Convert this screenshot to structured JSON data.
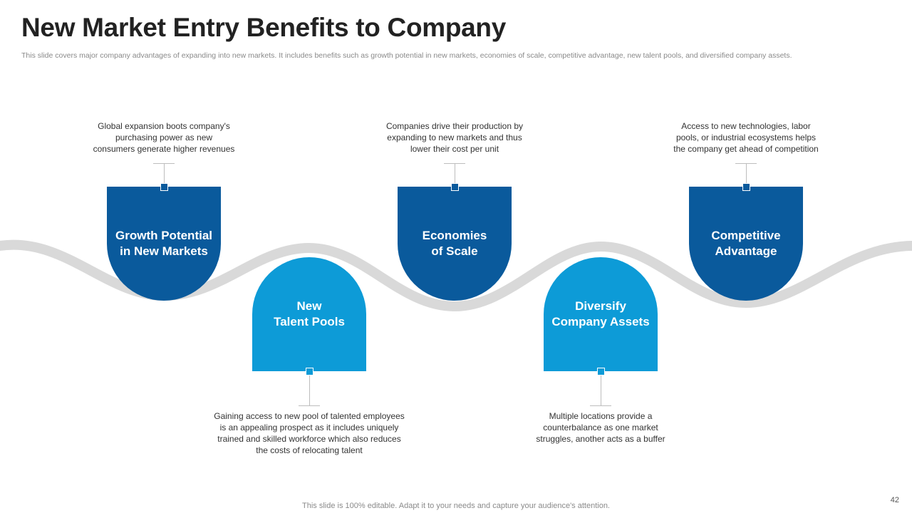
{
  "header": {
    "title": "New Market Entry Benefits to Company",
    "subtitle": "This slide covers major company advantages of expanding into new markets. It includes benefits such as growth potential in new markets, economies of scale, competitive advantage, new talent pools, and diversified company assets."
  },
  "colors": {
    "top_card": "#0a5a9c",
    "bottom_card": "#0d9bd7",
    "wave": "#d9d9d9"
  },
  "benefits": [
    {
      "label": "Growth Potential\nin New Markets",
      "description": "Global expansion boots company's\npurchasing power  as new\nconsumers generate higher revenues"
    },
    {
      "label": "New\nTalent Pools",
      "description": "Gaining access to new pool of talented employees\nis an appealing prospect as it includes uniquely\ntrained and skilled workforce  which also reduces\nthe costs of relocating talent"
    },
    {
      "label": "Economies\nof Scale",
      "description": "Companies drive their production by\nexpanding to new markets and thus\nlower their cost per unit"
    },
    {
      "label": "Diversify\nCompany Assets",
      "description": "Multiple locations provide  a\ncounterbalance  as one market\nstruggles, another acts as a buffer"
    },
    {
      "label": "Competitive\nAdvantage",
      "description": "Access to new technologies, labor\npools, or industrial ecosystems helps\nthe company get ahead  of competition"
    }
  ],
  "footer": {
    "note": "This slide is 100% editable. Adapt it to your needs and capture your audience's attention.",
    "page_number": "42"
  }
}
